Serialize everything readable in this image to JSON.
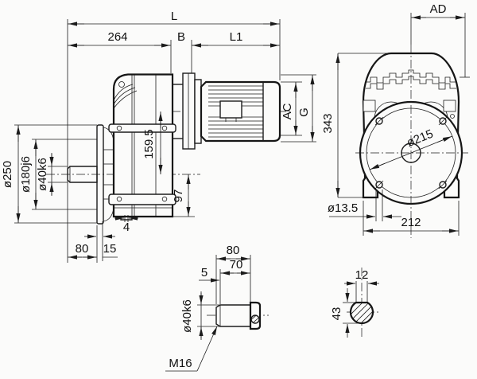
{
  "title": "gear reducer dimensional drawing",
  "colors": {
    "background": "#fbfbfa",
    "line": "#1c1c1c"
  },
  "side_view": {
    "overall_length": "L",
    "len_264": "264",
    "adapter_B": "B",
    "motor_L1": "L1",
    "flange_dia": "ø250",
    "spigot_dia": "ø180j6",
    "shaft_dia": "ø40k6",
    "axis_distance": "159.5",
    "foot_height": "97",
    "pad_thickness": "4",
    "shaft_length": "80",
    "flange_thickness": "15",
    "motor_dia_AC": "AC",
    "motor_height_G": "G"
  },
  "front_view": {
    "AD": "AD",
    "total_height": "343",
    "bolt_circle_dia": "ø215",
    "hole_dia": "ø13.5",
    "base_width": "212"
  },
  "shaft_detail": {
    "total_length": "80",
    "usable_length": "70",
    "chamfer": "5",
    "dia": "ø40k6",
    "thread": "M16"
  },
  "key_section": {
    "key_width": "12",
    "height": "43"
  }
}
